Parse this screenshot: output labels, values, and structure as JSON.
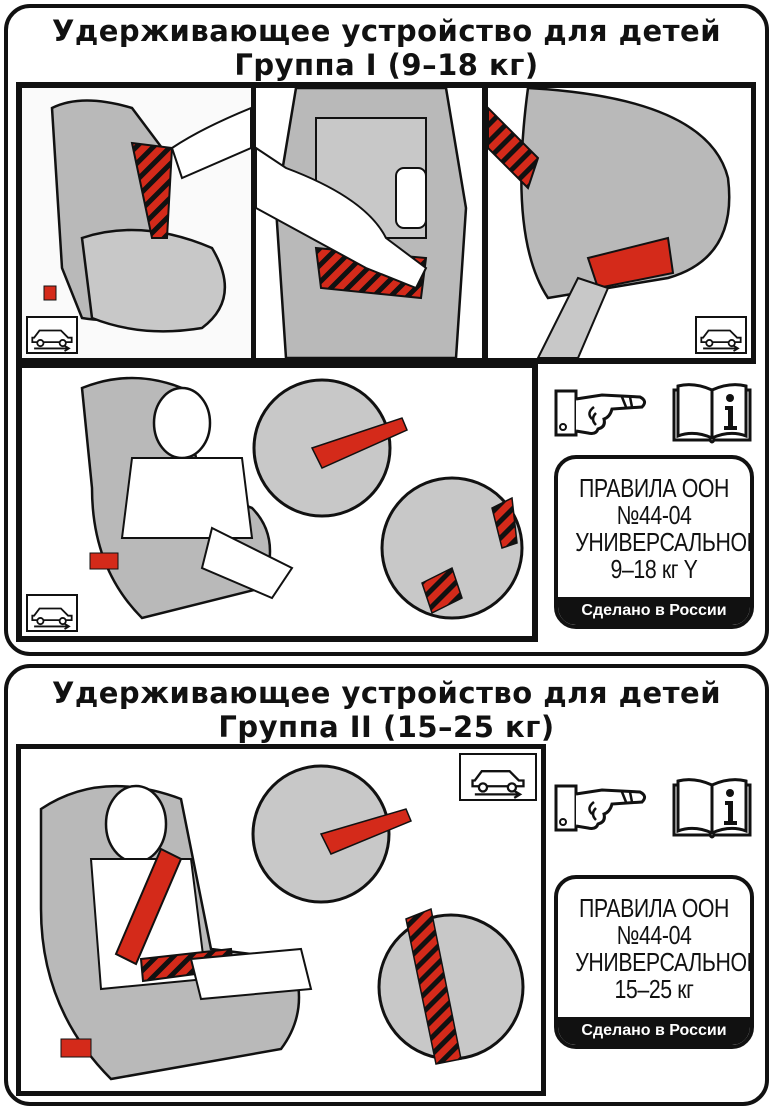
{
  "group1": {
    "title_line1": "Удерживающее устройство для детей",
    "title_line2": "Группа I (9–18 кг)",
    "icons": [
      "pointing-hand-icon",
      "instruction-book-icon"
    ],
    "rules": {
      "line1": "ПРАВИЛА ООН",
      "line2": "№44-04",
      "line3": "УНИВЕРСАЛЬНОЕ",
      "line4": "9–18 кг Y",
      "made_in": "Сделано в России"
    }
  },
  "group2": {
    "title_line1": "Удерживающее устройство для детей",
    "title_line2": "Группа II (15–25 кг)",
    "icons": [
      "pointing-hand-icon",
      "instruction-book-icon"
    ],
    "rules": {
      "line1": "ПРАВИЛА ООН",
      "line2": "№44-04",
      "line3": "УНИВЕРСАЛЬНОЕ",
      "line4": "15–25 кг",
      "made_in": "Сделано в России"
    }
  },
  "colors": {
    "accent": "#d42a1a",
    "seat": "#b9b9b9",
    "ink": "#111111"
  }
}
